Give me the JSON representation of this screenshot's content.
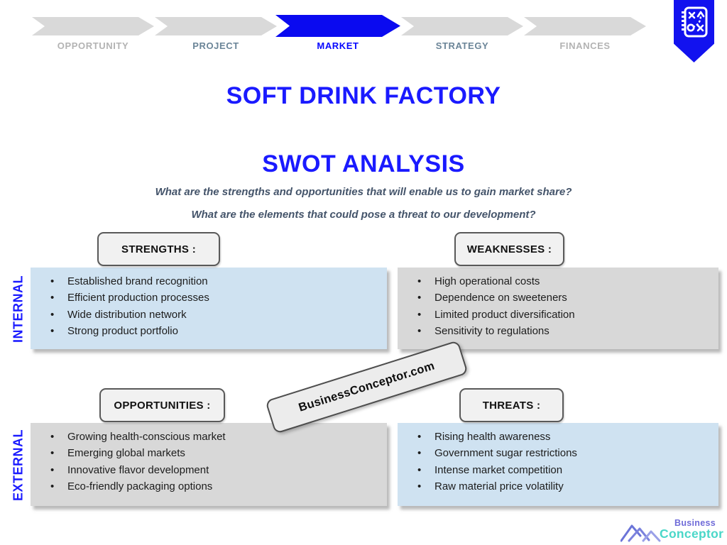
{
  "nav": {
    "steps": [
      {
        "label": "OPPORTUNITY",
        "state": "inactive"
      },
      {
        "label": "PROJECT",
        "state": "mid"
      },
      {
        "label": "MARKET",
        "state": "active"
      },
      {
        "label": "STRATEGY",
        "state": "mid"
      },
      {
        "label": "FINANCES",
        "state": "inactive"
      }
    ]
  },
  "bookmark": {
    "icon": "strategy-playbook-icon"
  },
  "titles": {
    "main": "SOFT DRINK FACTORY",
    "section": "SWOT ANALYSIS"
  },
  "questions": [
    "What are the strengths and opportunities that will enable us to gain market share?",
    "What are the elements that could pose a threat to our development?"
  ],
  "row_labels": {
    "internal": "INTERNAL",
    "external": "EXTERNAL"
  },
  "quadrants": [
    {
      "title": "STRENGTHS :",
      "tone": "blue",
      "items": [
        "Established brand recognition",
        "Efficient production processes",
        "Wide distribution network",
        "Strong product portfolio"
      ]
    },
    {
      "title": "WEAKNESSES :",
      "tone": "gray",
      "items": [
        "High operational costs",
        "Dependence on sweeteners",
        "Limited product diversification",
        "Sensitivity to regulations"
      ]
    },
    {
      "title": "OPPORTUNITIES :",
      "tone": "gray",
      "items": [
        "Growing health-conscious market",
        "Emerging global markets",
        "Innovative flavor development",
        "Eco-friendly packaging options"
      ]
    },
    {
      "title": "THREATS :",
      "tone": "blue",
      "items": [
        "Rising health awareness",
        "Government sugar restrictions",
        "Intense market competition",
        "Raw material price volatility"
      ]
    }
  ],
  "watermark": {
    "text": "BusinessConceptor.com"
  },
  "footer_logo": {
    "line1": "Business",
    "line2": "Conceptor"
  },
  "colors": {
    "accent_blue": "#1a1aff",
    "nav_blue": "#0a0af0",
    "nav_gray": "#d9d9d9",
    "slate_text": "#44546a",
    "box_blue": "#cfe2f1",
    "box_gray": "#d8d8d8",
    "badge_bg": "#f1f1f1",
    "logo_purple": "#6f6bd8",
    "logo_teal": "#49d7c8"
  }
}
